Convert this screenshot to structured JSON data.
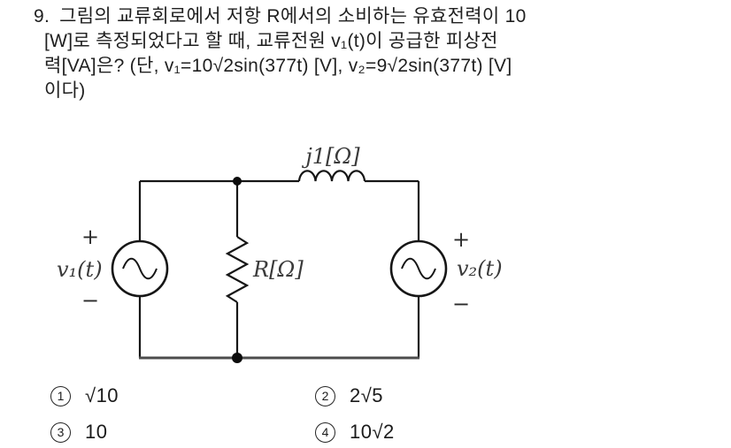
{
  "question": {
    "number": "9.",
    "line1": "그림의 교류회로에서 저항 R에서의 소비하는 유효전력이 10",
    "line2": "[W]로 측정되었다고 할 때, 교류전원 v₁(t)이 공급한 피상전",
    "line3": "력[VA]은? (단, v₁=10√2sin(377t) [V], v₂=9√2sin(377t) [V]",
    "line4": "이다)"
  },
  "circuit": {
    "inductor_label": "j1[Ω]",
    "resistor_label": "R[Ω]",
    "source1_label": "v₁(t)",
    "source1_plus": "+",
    "source1_minus": "−",
    "source2_label": "v₂(t)",
    "source2_plus": "+",
    "source2_minus": "−"
  },
  "options": [
    {
      "marker": "1",
      "text": "√10"
    },
    {
      "marker": "2",
      "text": "2√5"
    },
    {
      "marker": "3",
      "text": "10"
    },
    {
      "marker": "4",
      "text": "10√2"
    }
  ],
  "colors": {
    "ink": "#161616",
    "bottom_wire": "#4d4d4d",
    "background": "#ffffff"
  }
}
